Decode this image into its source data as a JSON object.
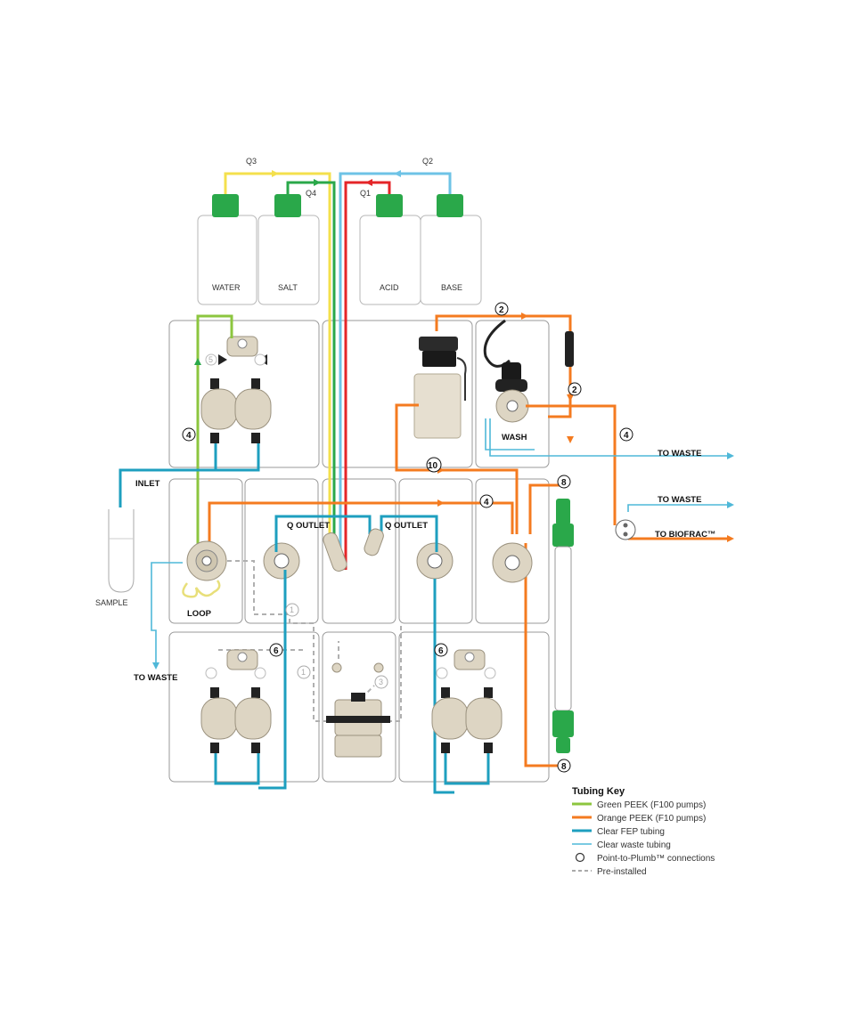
{
  "bottles": {
    "water": "WATER",
    "salt": "SALT",
    "acid": "ACID",
    "base": "BASE"
  },
  "flow_labels": {
    "q1": "Q1",
    "q2": "Q2",
    "q3": "Q3",
    "q4": "Q4"
  },
  "outlets": {
    "left": "Q OUTLET",
    "right": "Q OUTLET"
  },
  "labels": {
    "inlet": "INLET",
    "sample": "SAMPLE",
    "loop": "LOOP",
    "wash": "WASH",
    "to_waste_left": "TO WASTE",
    "to_waste_1": "TO WASTE",
    "to_waste_2": "TO WASTE",
    "to_biofrac": "TO BIOFRAC™"
  },
  "connection_numbers": {
    "n2a": "2",
    "n2b": "2",
    "n4a": "4",
    "n4b": "4",
    "n4c": "4",
    "n6a": "6",
    "n6b": "6",
    "n8a": "8",
    "n8b": "8",
    "n10": "10",
    "n1a": "1",
    "n1b": "1",
    "n3": "3",
    "n5": "5"
  },
  "tubing_key": {
    "title": "Tubing Key",
    "items": [
      {
        "label": "Green PEEK (F100 pumps)",
        "color": "#8cc63f"
      },
      {
        "label": "Orange PEEK (F10 pumps)",
        "color": "#f47b20"
      },
      {
        "label": "Clear FEP tubing",
        "color": "#1e9fbf"
      },
      {
        "label": "Clear waste tubing",
        "color": "#4fb8d8"
      },
      {
        "label": "Point-to-Plumb™ connections",
        "color": "#333333"
      },
      {
        "label": "Pre-installed",
        "color": "#aaaaaa"
      }
    ]
  },
  "colors": {
    "green_peek": "#8cc63f",
    "orange_peek": "#f47b20",
    "clear_fep": "#1e9fbf",
    "waste": "#4fb8d8",
    "yellow": "#f4e04d",
    "red": "#e42528",
    "cap_green": "#2aa84a",
    "beige": "#ddd5c3"
  }
}
